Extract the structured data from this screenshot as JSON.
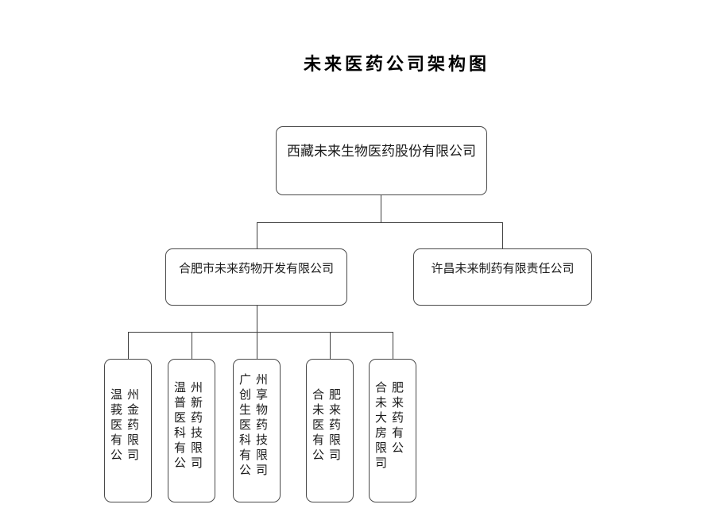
{
  "title": "未来医药公司架构图",
  "org": {
    "root": {
      "name": "西藏未来生物医药股份有限公司"
    },
    "subsidiaries": [
      {
        "name": "合肥市未来药物开发有限公司",
        "children": [
          {
            "name": "温州莪金医药有限公司"
          },
          {
            "name": "温州普新医药科技有限公司"
          },
          {
            "name": "广州创享生物医药科技有限公司"
          },
          {
            "name": "合肥未来医药有限公司"
          },
          {
            "name": "合肥未来大药房有限公司"
          }
        ]
      },
      {
        "name": "许昌未来制药有限责任公司",
        "children": []
      }
    ]
  },
  "colors": {
    "background": "#ffffff",
    "box_border": "#4a4a4a",
    "connector_line": "#404040",
    "text": "#1a1a1a",
    "title_text": "#000000"
  }
}
